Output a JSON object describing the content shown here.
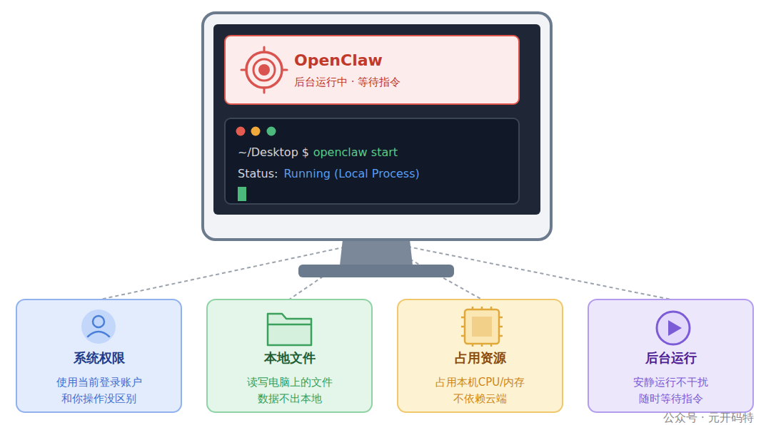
{
  "diagram": {
    "nodes": [
      {
        "text": [
          "OpenClaw",
          "后台运行中 · 等待指令"
        ]
      },
      {
        "text": [
          "~/Desktop $",
          "openclaw start",
          "Status:",
          "Running (Local Process)"
        ]
      },
      {
        "text": [
          "系统权限",
          "使用当前登录账户 和你操作没区别"
        ]
      },
      {
        "text": [
          "本地文件",
          "读写电脑上的文件 数据不出本地"
        ]
      },
      {
        "text": [
          "占用资源",
          "占用本机CPU/内存 不依赖云端"
        ]
      },
      {
        "text": [
          "后台运行",
          "安静运行不干扰 随时等待指令"
        ]
      }
    ],
    "labels": [
      "公众号 · 元开码特"
    ]
  }
}
